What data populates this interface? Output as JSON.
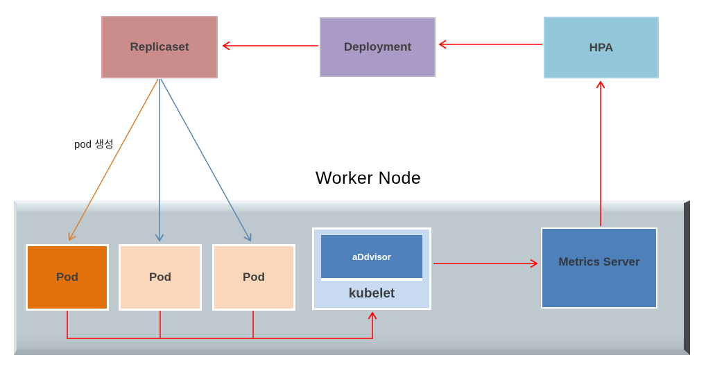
{
  "nodes": {
    "replicaset": {
      "label": "Replicaset"
    },
    "deployment": {
      "label": "Deployment"
    },
    "hpa": {
      "label": "HPA"
    },
    "pod1": {
      "label": "Pod"
    },
    "pod2": {
      "label": "Pod"
    },
    "pod3": {
      "label": "Pod"
    },
    "advisor": {
      "label": "aDdvisor"
    },
    "kubelet": {
      "label": "kubelet"
    },
    "metrics_server": {
      "label": "Metrics Server"
    }
  },
  "annotations": {
    "pod_creation": "pod 생성",
    "worker_node_title": "Worker Node"
  },
  "colors": {
    "replicaset_bg": "#cb8c8c",
    "deployment_bg": "#a99bc5",
    "hpa_bg": "#92c7d9",
    "pod_primary_bg": "#e2710c",
    "pod_secondary_bg": "#fad7b8",
    "kubelet_bg": "#c7daef",
    "advisor_bg": "#4e80ba",
    "metrics_bg": "#4e80ba",
    "node_bg": "#bdc9ce",
    "arrow_red": "#ff0000",
    "arrow_orange": "#e0802e",
    "arrow_blue": "#5b84b0",
    "label_dark": "#3f3f3f"
  }
}
